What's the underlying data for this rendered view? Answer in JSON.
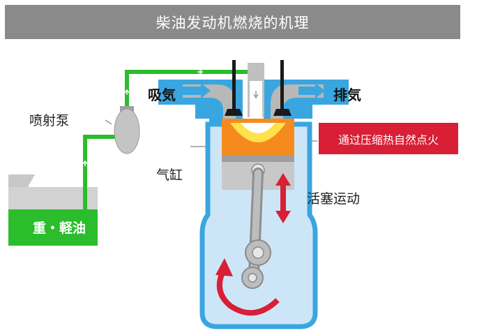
{
  "title": "柴油发动机燃烧的机理",
  "labels": {
    "pump": "喷射泵",
    "intake": "吸気",
    "exhaust": "排気",
    "cylinder": "气缸",
    "piston_motion": "活塞运动",
    "fuel": "重・軽油",
    "ignition": "通过压缩热自然点火"
  },
  "colors": {
    "fuel_green": "#2bbd2b",
    "water_blue": "#3aa6e0",
    "cylinder_fill": "#cde6f7",
    "port_gray": "#b8b8b8",
    "flame_orange": "#f58b1f",
    "flame_yellow": "#ffe24a",
    "arrow_red": "#d81f35",
    "title_bar": "#8a8a8a"
  }
}
